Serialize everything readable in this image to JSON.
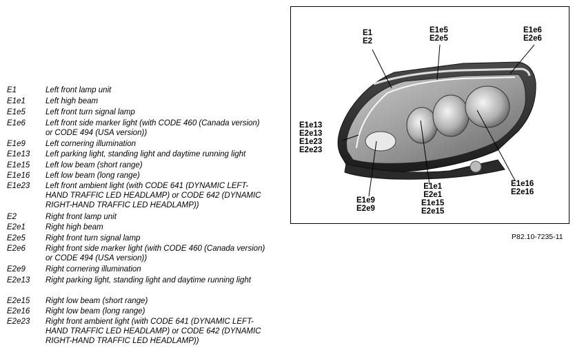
{
  "legend": [
    {
      "code": "E1",
      "desc": "Left front lamp unit"
    },
    {
      "code": "E1e1",
      "desc": "Left high beam"
    },
    {
      "code": "E1e5",
      "desc": "Left front turn signal lamp"
    },
    {
      "code": "E1e6",
      "desc": "Left front side marker light (with CODE 460 (Canada version) or CODE 494 (USA version))"
    },
    {
      "code": "E1e9",
      "desc": "Left cornering illumination"
    },
    {
      "code": "E1e13",
      "desc": "Left parking light, standing light and daytime running light"
    },
    {
      "code": "E1e15",
      "desc": "Left low beam (short range)"
    },
    {
      "code": "E1e16",
      "desc": "Left low beam (long range)"
    },
    {
      "code": "E1e23",
      "desc": "Left front ambient light (with CODE 641 (DYNAMIC LEFT-HAND TRAFFIC LED HEADLAMP) or CODE 642 (DYNAMIC RIGHT-HAND TRAFFIC LED HEADLAMP))"
    },
    {
      "code": "E2",
      "desc": "Right front lamp unit"
    },
    {
      "code": "E2e1",
      "desc": "Right high beam"
    },
    {
      "code": "E2e5",
      "desc": "Right front turn signal lamp"
    },
    {
      "code": "E2e6",
      "desc": "Right front side marker light (with CODE 460 (Canada version) or CODE 494 (USA version))"
    },
    {
      "code": "E2e9",
      "desc": "Right cornering illumination"
    },
    {
      "code": "E2e13",
      "desc": "Right parking light, standing light and daytime running light"
    },
    {
      "code": "E2e15",
      "desc": "Right low beam (short range)"
    },
    {
      "code": "E2e16",
      "desc": "Right low beam (long range)"
    },
    {
      "code": "E2e23",
      "desc": "Right front ambient light (with CODE 641 (DYNAMIC LEFT-HAND TRAFFIC LED HEADLAMP) or CODE 642 (DYNAMIC RIGHT-HAND TRAFFIC LED HEADLAMP))"
    }
  ],
  "callouts": {
    "c1": {
      "l1": "E1",
      "l2": "E2"
    },
    "c2": {
      "l1": "E1e5",
      "l2": "E2e5"
    },
    "c3": {
      "l1": "E1e6",
      "l2": "E2e6"
    },
    "c4": {
      "l1": "E1e13",
      "l2": "E2e13",
      "l3": "E1e23",
      "l4": "E2e23"
    },
    "c5": {
      "l1": "E1e9",
      "l2": "E2e9"
    },
    "c6": {
      "l1": "E1e1",
      "l2": "E2e1",
      "l3": "E1e15",
      "l4": "E2e15"
    },
    "c7": {
      "l1": "E1e16",
      "l2": "E2e16"
    }
  },
  "figure_ref": "P82.10-7235-11"
}
